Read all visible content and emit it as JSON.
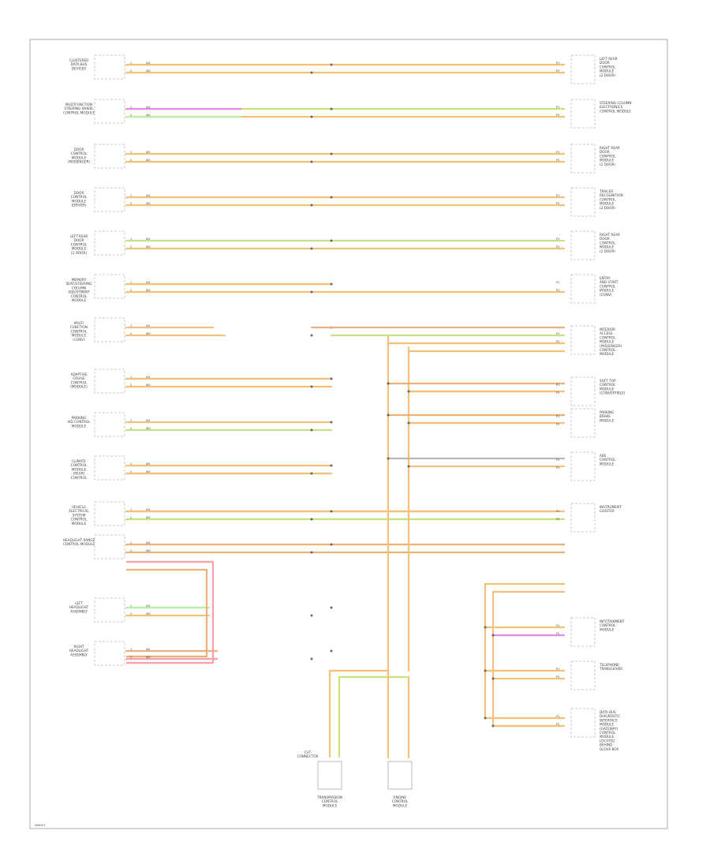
{
  "colors": {
    "orange": "#f5c07a",
    "orange_brown": "#e8b07a",
    "green": "#c9e27e",
    "light_green": "#b7f0a0",
    "magenta": "#e58be0",
    "pink": "#f7a0a8",
    "gray": "#b8b8b8",
    "frame": "#aaaaaa"
  },
  "labels": {
    "footer_code": "W0001"
  },
  "modules": [
    {
      "key": "m1",
      "label": [
        "CLUSTERED",
        "DATA BUS",
        "DEVICES"
      ]
    },
    {
      "key": "m2",
      "label": [
        "MULTIFUNCTION",
        "STEERING WHEEL",
        "CONTROL MODULE"
      ]
    },
    {
      "key": "m3",
      "label": [
        "DOOR",
        "CONTROL",
        "MODULE",
        "(PASSENGER)"
      ]
    },
    {
      "key": "m4",
      "label": [
        "DOOR",
        "CONTROL",
        "MODULE",
        "(DRIVER)"
      ]
    },
    {
      "key": "m5",
      "label": [
        "LEFT REAR",
        "DOOR",
        "CONTROL",
        "MODULE",
        "(2 DOOR)"
      ]
    },
    {
      "key": "m6",
      "label": [
        "MEMORY",
        "SEAT/STEERING",
        "COLUMN",
        "ADJUSTMENT",
        "CONTROL",
        "MODULE"
      ]
    },
    {
      "key": "m7",
      "label": [
        "MULTI",
        "FUNCTION",
        "CONTROL",
        "MODULE",
        "(CONV)"
      ]
    },
    {
      "key": "m8",
      "label": [
        "ADAPTIVE",
        "CRUISE",
        "CONTROL",
        "(MODULE)"
      ]
    },
    {
      "key": "m9",
      "label": [
        "PARKING",
        "AID CONTROL",
        "MODULE"
      ]
    },
    {
      "key": "m10",
      "label": [
        "CLIMATE",
        "CONTROL",
        "MODULE",
        "(REAR)",
        "CONTROL"
      ]
    },
    {
      "key": "m11",
      "label": [
        "VEHICLE",
        "ELECTRICAL",
        "SYSTEM",
        "CONTROL",
        "MODULE"
      ]
    },
    {
      "key": "m12",
      "label": [
        "HEADLIGHT RANGE",
        "CONTROL MODULE"
      ]
    },
    {
      "key": "m13",
      "label": [
        "LEFT",
        "HEADLIGHT",
        "ASSEMBLY"
      ]
    },
    {
      "key": "m14",
      "label": [
        "RIGHT",
        "HEADLIGHT",
        "ASSEMBLY"
      ]
    }
  ],
  "right_modules": [
    {
      "key": "r1",
      "label": [
        "LEFT REAR",
        "DOOR",
        "CONTROL",
        "MODULE",
        "(2 DOOR)"
      ]
    },
    {
      "key": "r2",
      "label": [
        "STEERING COLUMN",
        "ELECTRONICS",
        "CONTROL MODULE"
      ]
    },
    {
      "key": "r3",
      "label": [
        "RIGHT REAR",
        "DOOR",
        "CONTROL",
        "MODULE",
        "(2 DOOR)"
      ]
    },
    {
      "key": "r4",
      "label": [
        "TRAILER",
        "RECOGNITION",
        "CONTROL",
        "MODULE",
        "(2 DOOR)"
      ]
    },
    {
      "key": "r5",
      "label": [
        "RIGHT REAR",
        "DOOR",
        "CONTROL",
        "MODULE",
        "(2 DOOR)"
      ]
    },
    {
      "key": "r6",
      "label": [
        "ENTRY",
        "AND START",
        "CONTROL",
        "MODULE",
        "(CONV)"
      ]
    },
    {
      "key": "r7",
      "label": [
        "INTERIOR",
        "ACCESS",
        "CONTROL",
        "MODULE",
        "(PASSENGER)",
        "CONTROL",
        "MODULE"
      ]
    },
    {
      "key": "r8",
      "label": [
        "SOFT TOP",
        "CONTROL",
        "MODULE",
        "(CONVERTIBLE)"
      ]
    },
    {
      "key": "r9",
      "label": [
        "PARKING",
        "BRAKE",
        "MODULE"
      ]
    },
    {
      "key": "r10",
      "label": [
        "ABS",
        "CONTROL",
        "MODULE"
      ]
    },
    {
      "key": "r11",
      "label": [
        "INSTRUMENT",
        "CLUSTER"
      ]
    },
    {
      "key": "r12",
      "label": [
        "INFOTAINMENT",
        "CONTROL",
        "MODULE"
      ]
    },
    {
      "key": "r13",
      "label": [
        "TELEPHONE",
        "TRANSCEIVER"
      ]
    },
    {
      "key": "r14",
      "label": [
        "DATA BUS",
        "DIAGNOSTIC",
        "INTERFACE",
        "MODULE",
        "(GATEWAY)",
        "CONTROL",
        "MODULE",
        "LOCATED",
        "BEHIND",
        "GLOVE BOX"
      ]
    }
  ],
  "bottom_modules": [
    {
      "key": "b1",
      "top_label": [
        "CVT",
        "CONNECTOR"
      ],
      "label": [
        "TRANSMISSION",
        "CONTROL",
        "MODULE"
      ]
    },
    {
      "key": "b2",
      "top_label": [],
      "label": [
        "ENGINE",
        "CONTROL",
        "MODULE"
      ]
    }
  ]
}
